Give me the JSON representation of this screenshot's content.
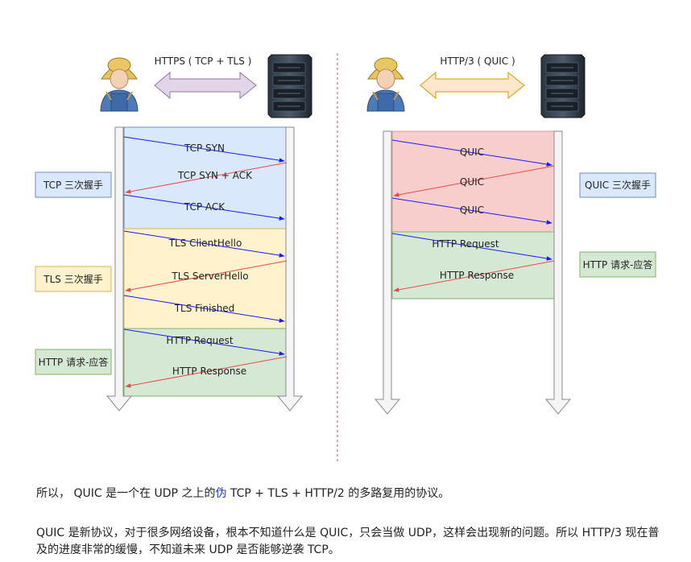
{
  "left_panel": {
    "title": "HTTPS ( TCP + TLS )",
    "messages": [
      "TCP SYN",
      "TCP SYN + ACK",
      "TCP ACK",
      "TLS ClientHello",
      "TLS ServerHello",
      "TLS Finished",
      "HTTP Request",
      "HTTP Response"
    ],
    "phase_labels": [
      "TCP 三次握手",
      "TLS 三次握手",
      "HTTP 请求-应答"
    ]
  },
  "right_panel": {
    "title": "HTTP/3 ( QUIC )",
    "messages": [
      "QUIC",
      "QUIC",
      "QUIC",
      "HTTP Request",
      "HTTP Response"
    ],
    "phase_labels": [
      "QUIC 三次握手",
      "HTTP 请求-应答"
    ]
  },
  "paragraph1": {
    "before": "所以， QUIC 是一个在 UDP 之上的",
    "highlight": "伪",
    "after": " TCP + TLS + HTTP/2 的多路复用的协议。"
  },
  "paragraph2": "QUIC 是新协议，对于很多网络设备，根本不知道什么是 QUIC，只会当做 UDP，这样会出现新的问题。所以 HTTP/3 现在普及的进度非常的缓慢，不知道未来 UDP 是否能够逆袭 TCP。",
  "colors": {
    "tcp_phase": "#dae8fc",
    "tcp_phase_border": "#6c8ebf",
    "tls_phase": "#fff2cc",
    "tls_phase_border": "#d6b656",
    "http_phase": "#d5e8d4",
    "http_phase_border": "#82b366",
    "quic_phase": "#f8cecc",
    "request_arrow": "#1a1aff",
    "response_arrow": "#e84b4b",
    "divider": "#c0504d",
    "double_arrow_left_fill": "#e1d5e7",
    "double_arrow_left_stroke": "#9673a6",
    "double_arrow_right_fill": "#ffe6cc",
    "double_arrow_right_stroke": "#d79b00"
  }
}
